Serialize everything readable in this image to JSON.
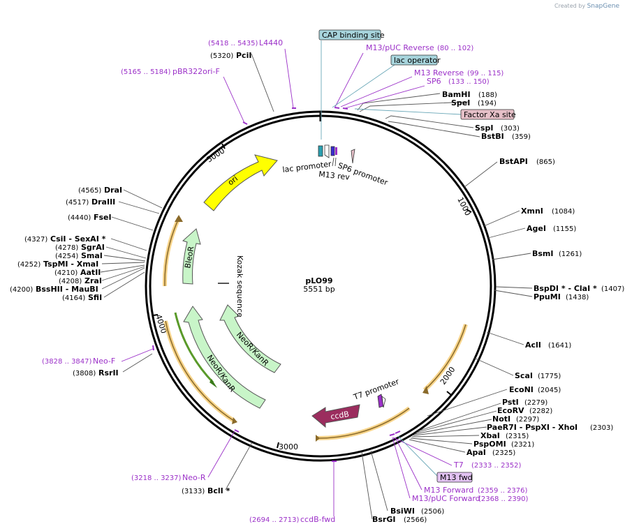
{
  "credit": {
    "prefix": "Created by",
    "brand": "SnapGene"
  },
  "plasmid": {
    "name": "pLO99",
    "size": "5551 bp"
  },
  "ticks": [
    "1000",
    "2000",
    "3000",
    "4000",
    "5000"
  ],
  "boxed_features": [
    {
      "id": "cap",
      "text": "CAP binding site",
      "fill": "#a7d4dc"
    },
    {
      "id": "lacop",
      "text": "lac operator",
      "fill": "#a7d4dc"
    },
    {
      "id": "fxa",
      "text": "Factor Xa site",
      "fill": "#e6c0c8"
    },
    {
      "id": "m13fwd",
      "text": "M13 fwd",
      "fill": "#e2c2f2"
    }
  ],
  "enzymes": [
    {
      "id": "pcii",
      "name": "PciI",
      "pos": "(5320)"
    },
    {
      "id": "bamhi",
      "name": "BamHI",
      "pos": "(188)"
    },
    {
      "id": "spei",
      "name": "SpeI",
      "pos": "(194)"
    },
    {
      "id": "sspi",
      "name": "SspI",
      "pos": "(303)"
    },
    {
      "id": "bstbi",
      "name": "BstBI",
      "pos": "(359)"
    },
    {
      "id": "bstapi",
      "name": "BstAPI",
      "pos": "(865)"
    },
    {
      "id": "xmni",
      "name": "XmnI",
      "pos": "(1084)"
    },
    {
      "id": "agei",
      "name": "AgeI",
      "pos": "(1155)"
    },
    {
      "id": "bsmi",
      "name": "BsmI",
      "pos": "(1261)"
    },
    {
      "id": "bspdi",
      "name": "BspDI *  - ClaI *",
      "pos": "(1407)"
    },
    {
      "id": "ppumi",
      "name": "PpuMI",
      "pos": "(1438)"
    },
    {
      "id": "acli",
      "name": "AclI",
      "pos": "(1641)"
    },
    {
      "id": "scai",
      "name": "ScaI",
      "pos": "(1775)"
    },
    {
      "id": "econi",
      "name": "EcoNI",
      "pos": "(2045)"
    },
    {
      "id": "psti",
      "name": "PstI",
      "pos": "(2279)"
    },
    {
      "id": "ecorv",
      "name": "EcoRV",
      "pos": "(2282)"
    },
    {
      "id": "noti",
      "name": "NotI",
      "pos": "(2297)"
    },
    {
      "id": "paer7i",
      "name": "PaeR7I  - PspXI  - XhoI",
      "pos": "(2303)"
    },
    {
      "id": "xbai",
      "name": "XbaI",
      "pos": "(2315)"
    },
    {
      "id": "pspomi",
      "name": "PspOMI",
      "pos": "(2321)"
    },
    {
      "id": "apai",
      "name": "ApaI",
      "pos": "(2325)"
    },
    {
      "id": "bsiwi",
      "name": "BsiWI",
      "pos": "(2506)"
    },
    {
      "id": "bsrgi",
      "name": "BsrGI",
      "pos": "(2566)"
    },
    {
      "id": "bcli",
      "name": "BclI *",
      "pos": "(3133)"
    },
    {
      "id": "rsrii",
      "name": "RsrII",
      "pos": "(3808)"
    },
    {
      "id": "drai",
      "name": "DraI",
      "pos": "(4565)"
    },
    {
      "id": "draiii",
      "name": "DraIII",
      "pos": "(4517)"
    },
    {
      "id": "fsei",
      "name": "FseI",
      "pos": "(4440)"
    },
    {
      "id": "csii",
      "name": "CsiI  - SexAI *",
      "pos": "(4327)"
    },
    {
      "id": "sgrai",
      "name": "SgrAI",
      "pos": "(4278)"
    },
    {
      "id": "smai",
      "name": "SmaI",
      "pos": "(4254)"
    },
    {
      "id": "tspmi",
      "name": "TspMI  - XmaI",
      "pos": "(4252)"
    },
    {
      "id": "aatii",
      "name": "AatII",
      "pos": "(4210)"
    },
    {
      "id": "zrai",
      "name": "ZraI",
      "pos": "(4208)"
    },
    {
      "id": "bsshii",
      "name": "BssHII  - MauBI",
      "pos": "(4200)"
    },
    {
      "id": "sfii",
      "name": "SfiI",
      "pos": "(4164)"
    }
  ],
  "primers": [
    {
      "id": "l4440",
      "name": "L4440",
      "range": "(5418 .. 5435)"
    },
    {
      "id": "pbr322",
      "name": "pBR322ori-F",
      "range": "(5165 .. 5184)"
    },
    {
      "id": "m13puc_rev",
      "name": "M13/pUC Reverse",
      "range": "(80 .. 102)"
    },
    {
      "id": "m13_rev",
      "name": "M13 Reverse",
      "range": "(99 .. 115)"
    },
    {
      "id": "sp6",
      "name": "SP6",
      "range": "(133 .. 150)"
    },
    {
      "id": "t7",
      "name": "T7",
      "range": "(2333 .. 2352)"
    },
    {
      "id": "m13_fwd",
      "name": "M13 Forward",
      "range": "(2359 .. 2376)"
    },
    {
      "id": "m13puc_fwd",
      "name": "M13/pUC Forward",
      "range": "(2368 .. 2390)"
    },
    {
      "id": "ccdbfwd",
      "name": "ccdB-fwd",
      "range": "(2694 .. 2713)"
    },
    {
      "id": "neor",
      "name": "Neo-R",
      "range": "(3218 .. 3237)"
    },
    {
      "id": "neof",
      "name": "Neo-F",
      "range": "(3828 .. 3847)"
    }
  ],
  "features": {
    "ori": "ori",
    "bleor": "BleoR",
    "neokan1": "NeoR/KanR",
    "neokan2": "NeoR/KanR",
    "ccdb": "ccdB",
    "kozak": "Kozak sequence",
    "lacprom": "lac promoter",
    "m13rev": "M13 rev",
    "sp6prom": "SP6 promoter",
    "t7prom": "T7 promoter"
  },
  "colors": {
    "ori": "#ffff00",
    "arrow_green": "#c8f5c8",
    "ccdb": "#9b2d5e",
    "primer": "#9b30c8",
    "orf": "#f2b73c"
  }
}
